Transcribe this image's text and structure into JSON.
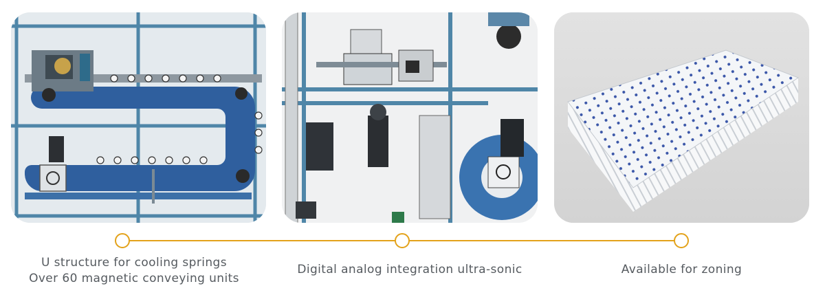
{
  "accent_color": "#e3a21a",
  "panels": [
    {
      "image_icon": "u-structure-conveyor-machine-drawing",
      "caption_lines": [
        "U structure for cooling springs",
        "Over 60 magnetic conveying units"
      ]
    },
    {
      "image_icon": "ultrasonic-welding-unit-drawing",
      "caption_lines": [
        "Digital analog integration ultra-sonic"
      ]
    },
    {
      "image_icon": "pocket-spring-unit-photo",
      "caption_lines": [
        "Available for zoning"
      ]
    }
  ]
}
